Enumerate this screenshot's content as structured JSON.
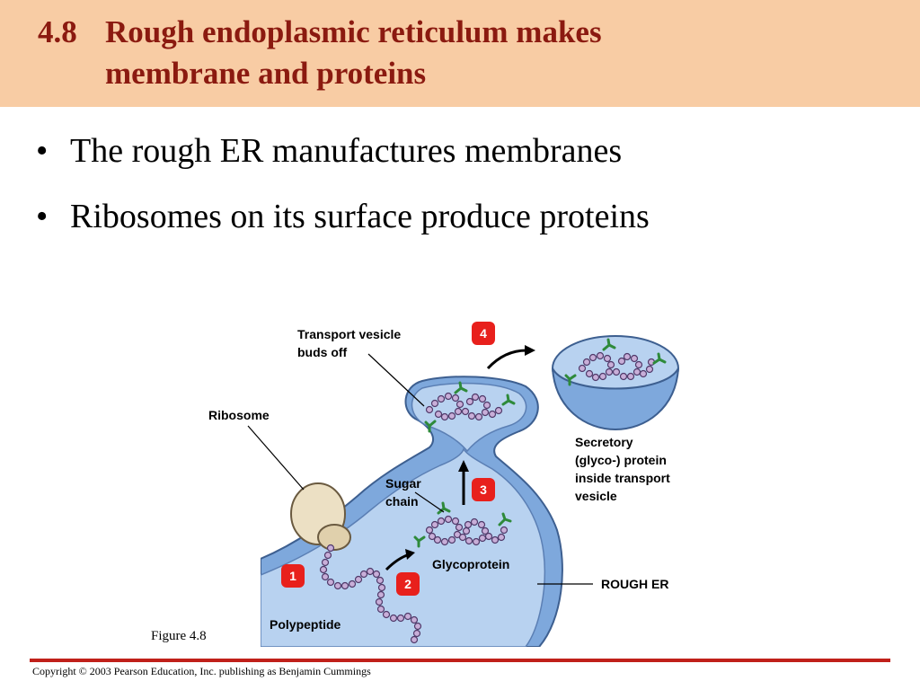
{
  "slide": {
    "number": "4.8",
    "title_line1": "Rough endoplasmic reticulum makes",
    "title_line2": "membrane and proteins",
    "bullets": [
      "The rough ER manufactures membranes",
      "Ribosomes on its surface produce proteins"
    ],
    "bullet_char": "•"
  },
  "diagram": {
    "labels": {
      "transport_vesicle_1": "Transport vesicle",
      "transport_vesicle_2": "buds off",
      "ribosome": "Ribosome",
      "sugar_chain_1": "Sugar",
      "sugar_chain_2": "chain",
      "glycoprotein": "Glycoprotein",
      "polypeptide": "Polypeptide",
      "secretory_1": "Secretory",
      "secretory_2": "(glyco-) protein",
      "secretory_3": "inside transport",
      "secretory_4": "vesicle",
      "rough_er": "ROUGH ER"
    },
    "steps": [
      "1",
      "2",
      "3",
      "4"
    ],
    "colors": {
      "er_fill": "#7ea8dc",
      "er_light": "#b8d2f0",
      "step_badge": "#e8201c",
      "protein_bead": "#c8aed8",
      "sugar": "#2e8a3a",
      "ribosome": "#ece0c4"
    }
  },
  "figure_caption": "Figure 4.8",
  "copyright": "Copyright © 2003 Pearson Education, Inc. publishing as Benjamin Cummings"
}
